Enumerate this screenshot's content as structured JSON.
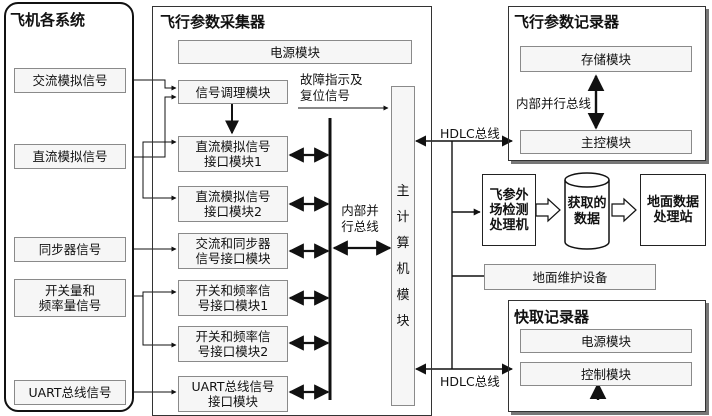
{
  "sections": {
    "aircraft_systems": "飞机各系统",
    "collector": "飞行参数采集器",
    "recorder": "飞行参数记录器",
    "quick_recorder": "快取记录器"
  },
  "signals": {
    "ac_analog": "交流模拟信号",
    "dc_analog": "直流模拟信号",
    "sync": "同步器信号",
    "switch_freq": "开关量和\n频率量信号",
    "uart": "UART总线信号"
  },
  "collector_modules": {
    "power": "电源模块",
    "conditioning": "信号调理模块",
    "dc_if1": "直流模拟信号\n接口模块1",
    "dc_if2": "直流模拟信号\n接口模块2",
    "ac_sync_if": "交流和同步器\n信号接口模块",
    "sf_if1": "开关和频率信\n号接口模块1",
    "sf_if2": "开关和频率信\n号接口模块2",
    "uart_if": "UART总线信号\n接口模块",
    "fault_label": "故障指示及\n复位信号",
    "bus_label": "内部并\n行总线",
    "main_cpu": "主\n计\n算\n机\n模\n块"
  },
  "recorder": {
    "storage": "存储模块",
    "bus_label": "内部并行总线",
    "main_ctrl": "主控模块"
  },
  "links": {
    "hdlc_top": "HDLC总线",
    "hdlc_bottom": "HDLC总线"
  },
  "ground": {
    "field_test": "飞参外\n场检测\n处理机",
    "retrieved_data": "获取的\n数据",
    "ground_station": "地面数据\n处理站",
    "maintenance": "地面维护设备"
  },
  "quick_recorder": {
    "power": "电源模块",
    "control": "控制模块"
  }
}
